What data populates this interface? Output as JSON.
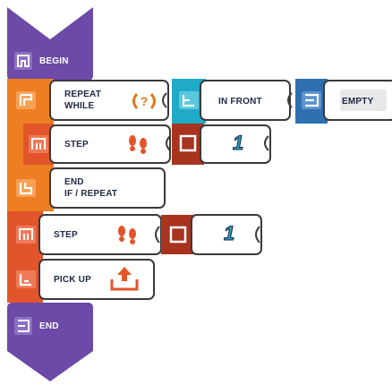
{
  "colors": {
    "purple": "#6b4aa8",
    "orange": "#ee7e22",
    "red_orange": "#e2552b",
    "dark_red": "#a8331f",
    "teal": "#1faac8",
    "blue": "#2e6fb0",
    "card_border": "#3a3a3a",
    "ink": "#1f2a44"
  },
  "blocks": {
    "begin": {
      "label": "BEGIN",
      "icon": "begin-icon"
    },
    "repeat_while": {
      "label_line1": "REPEAT",
      "label_line2": "WHILE",
      "icon": "repeat-icon",
      "glyph": "question-loop-icon"
    },
    "sensor": {
      "label": "IN FRONT",
      "icon": "sensor-front-icon"
    },
    "condition": {
      "label": "EMPTY",
      "icon": "condition-icon"
    },
    "step_1": {
      "label": "STEP",
      "icon": "step-block-icon",
      "glyph": "footprints-icon",
      "param_value": "1"
    },
    "end_if_repeat": {
      "label_line1": "END",
      "label_line2": "IF / REPEAT",
      "icon": "end-repeat-icon"
    },
    "step_2": {
      "label": "STEP",
      "icon": "step-block-icon",
      "glyph": "footprints-icon",
      "param_value": "1"
    },
    "pick_up": {
      "label": "PICK UP",
      "icon": "pickup-block-icon",
      "glyph": "pickup-tray-icon"
    },
    "end": {
      "label": "END",
      "icon": "end-icon"
    }
  }
}
